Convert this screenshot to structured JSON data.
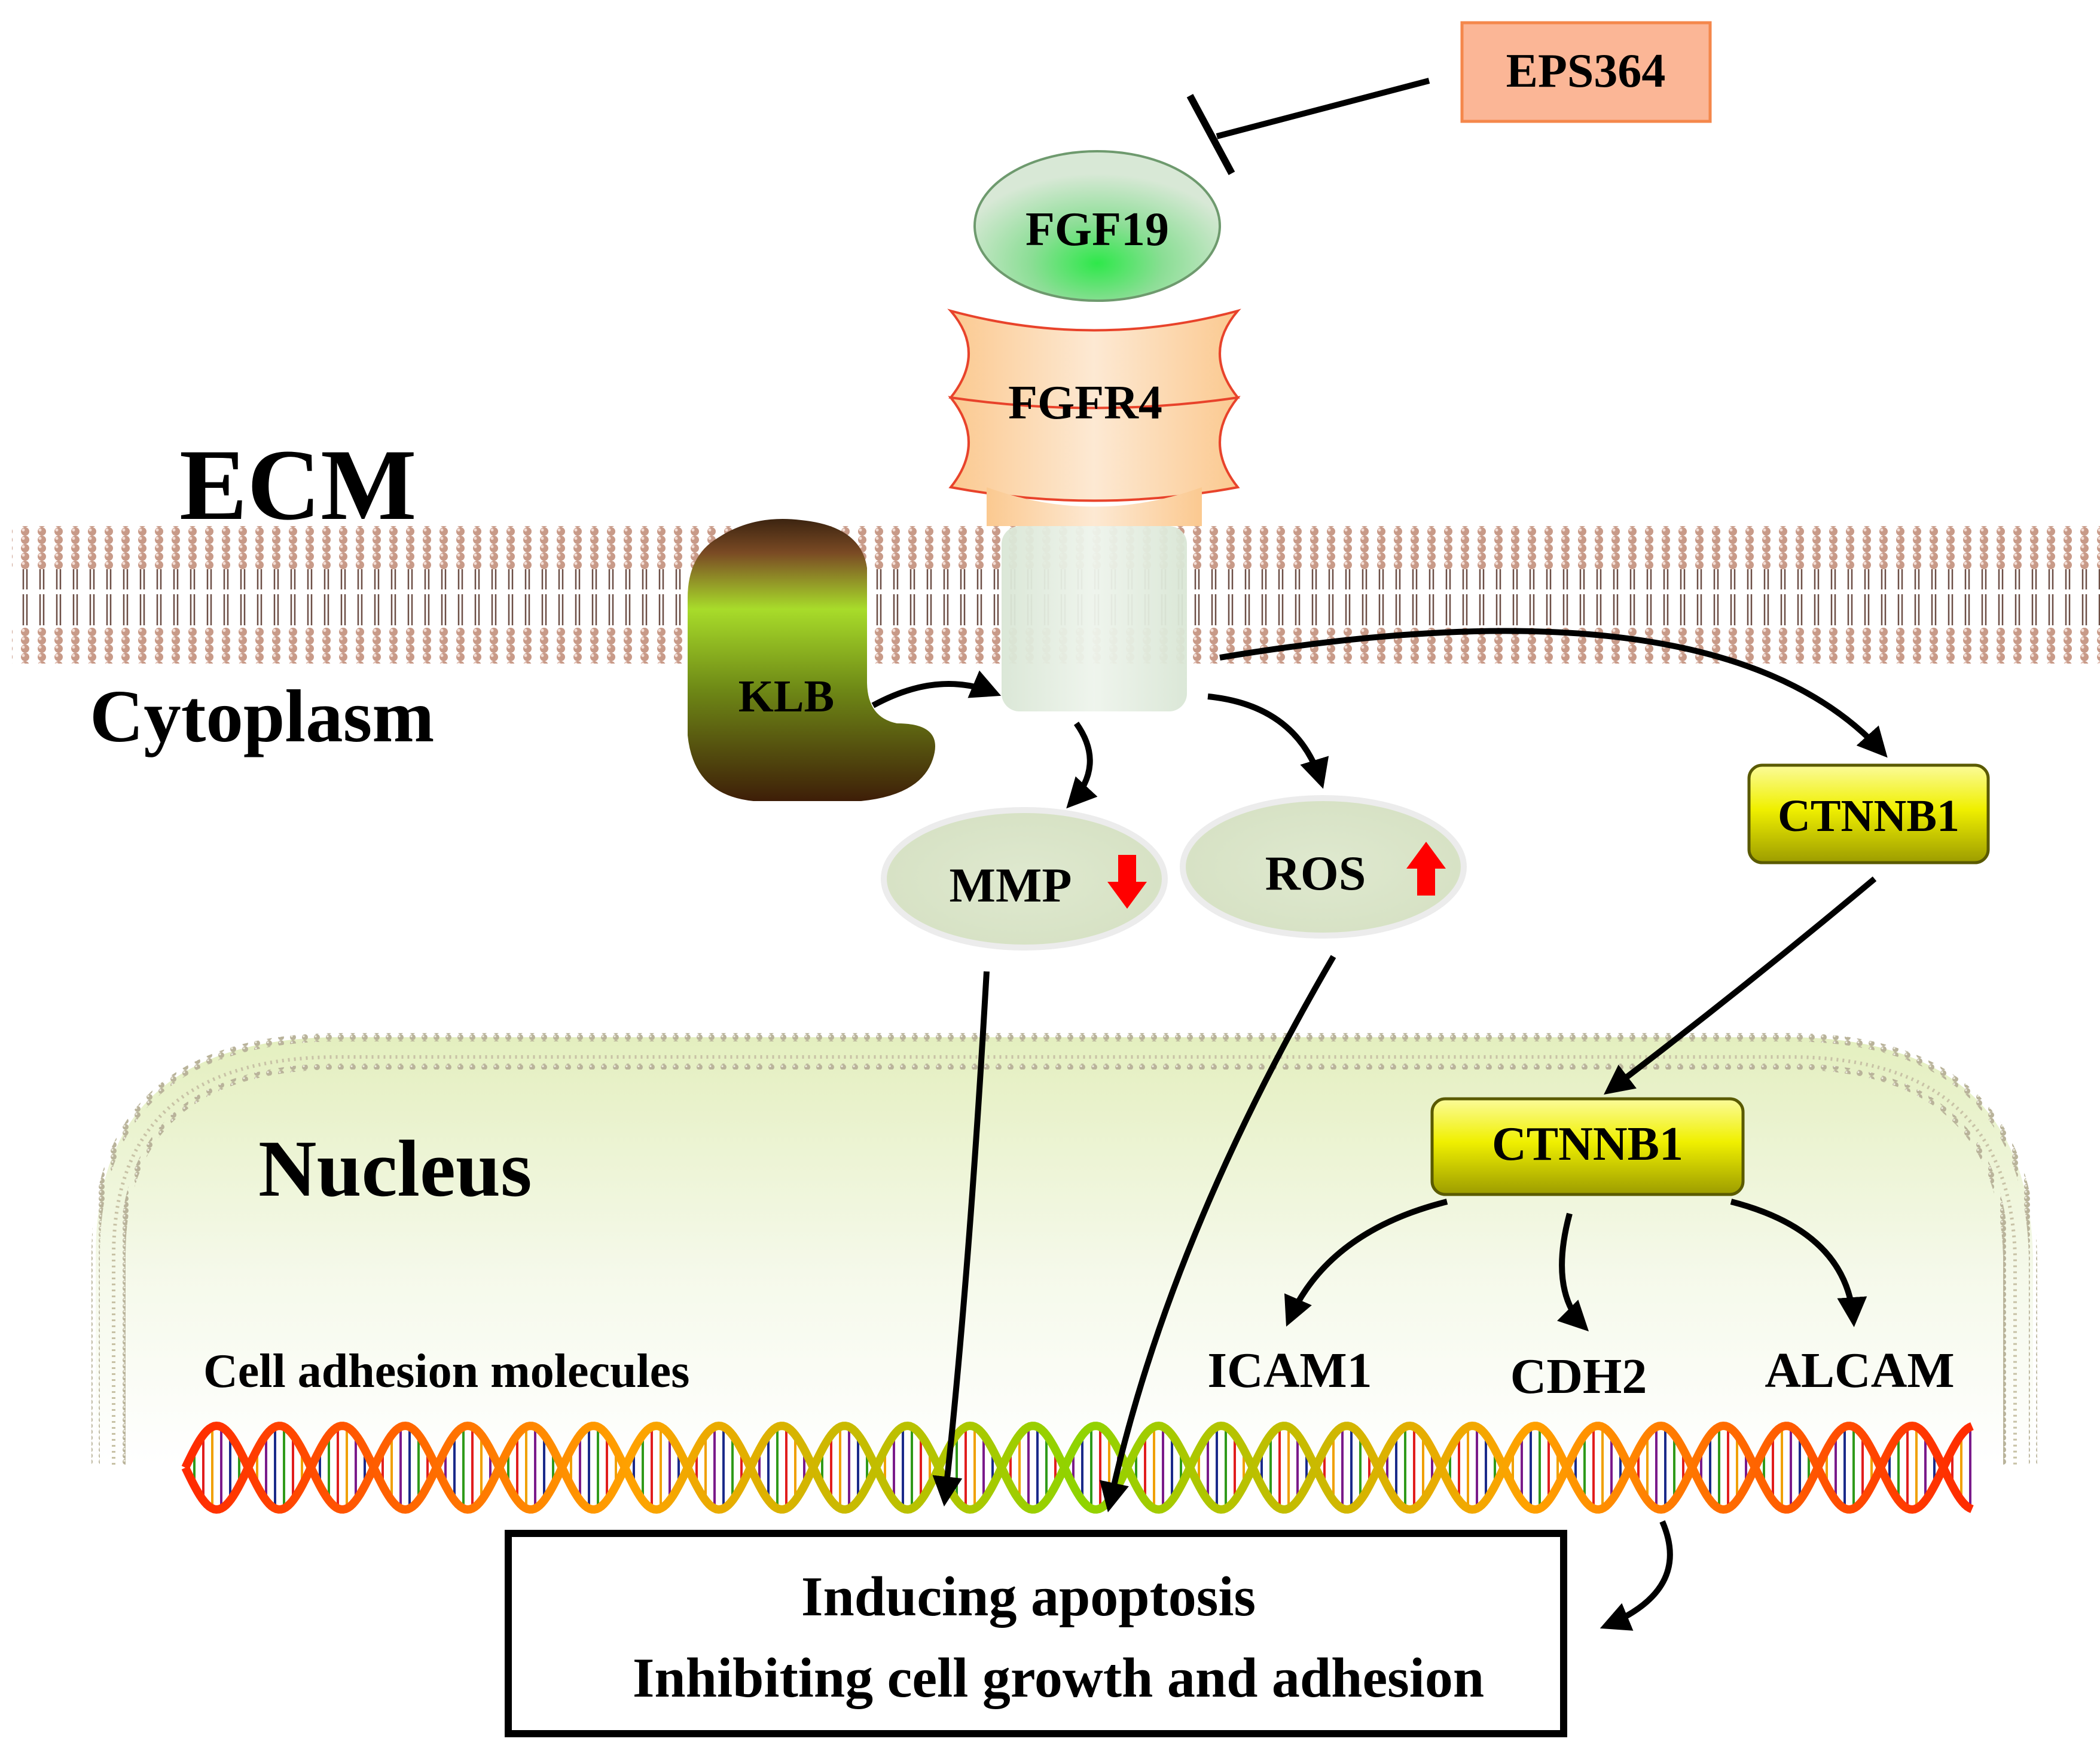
{
  "labels": {
    "eps364": "EPS364",
    "fgf19": "FGF19",
    "fgfr4": "FGFR4",
    "ecm": "ECM",
    "cytoplasm": "Cytoplasm",
    "klb": "KLB",
    "mmp": "MMP",
    "ros": "ROS",
    "ctnnb1_cyto": "CTNNB1",
    "nucleus": "Nucleus",
    "ctnnb1_nuc": "CTNNB1",
    "cell_adhesion": "Cell adhesion molecules",
    "icam1": "ICAM1",
    "cdh2": "CDH2",
    "alcam": "ALCAM",
    "outcome_line1": "Inducing apoptosis",
    "outcome_line2": "Inhibiting cell growth and adhesion"
  },
  "indicators": {
    "mmp": "down-arrow-icon",
    "ros": "up-arrow-icon"
  },
  "colors": {
    "eps364_fill": "#fbb696",
    "eps364_stroke": "#f4874b",
    "fgf19_fill": "#cfe3cf",
    "fgf19_glow": "#2ee84a",
    "fgfr4_fill": "#fcd9b0",
    "fgfr4_stroke": "#e8432b",
    "membrane_head": "#c89a88",
    "membrane_tail": "#6c4e45",
    "klb_top": "#6b3e1e",
    "klb_bottom": "#5a9a10",
    "mediator_fill": "#dde8cd",
    "ctnnb1_fill": "#f3f306",
    "ctnnb1_stroke": "#6b6b00",
    "nucleus_fill": "#f3f8e4",
    "indicator_red": "#ff0000",
    "arrow": "#000000"
  }
}
